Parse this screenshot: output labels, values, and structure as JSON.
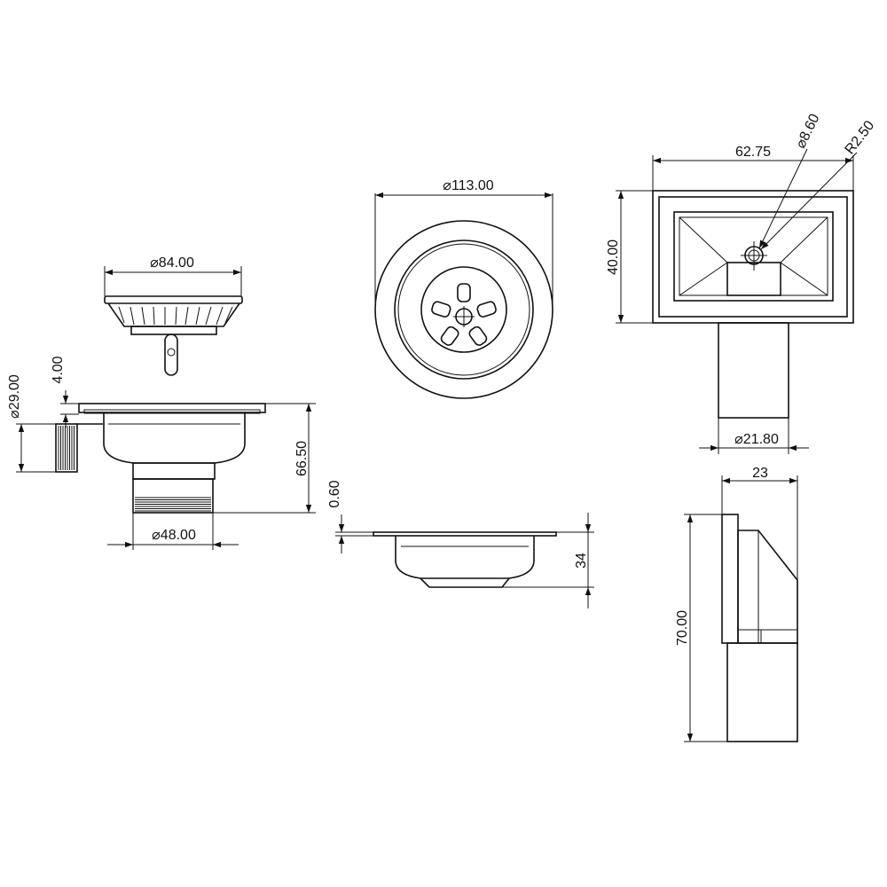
{
  "dimensions": {
    "d113": "113.00",
    "d84": "84.00",
    "d62_75": "62.75",
    "d8_60": "8.60",
    "r2_50": "R2.50",
    "d40": "40.00",
    "d21_80": "21.80",
    "d29": "29.00",
    "d4": "4.00",
    "d66_50": "66.50",
    "d48": "48.00",
    "d0_60": "0.60",
    "d34": "34",
    "d23": "23",
    "d70": "70.00"
  },
  "symbols": {
    "diameter": "⌀"
  },
  "colors": {
    "line": "#111111",
    "background": "#ffffff"
  }
}
